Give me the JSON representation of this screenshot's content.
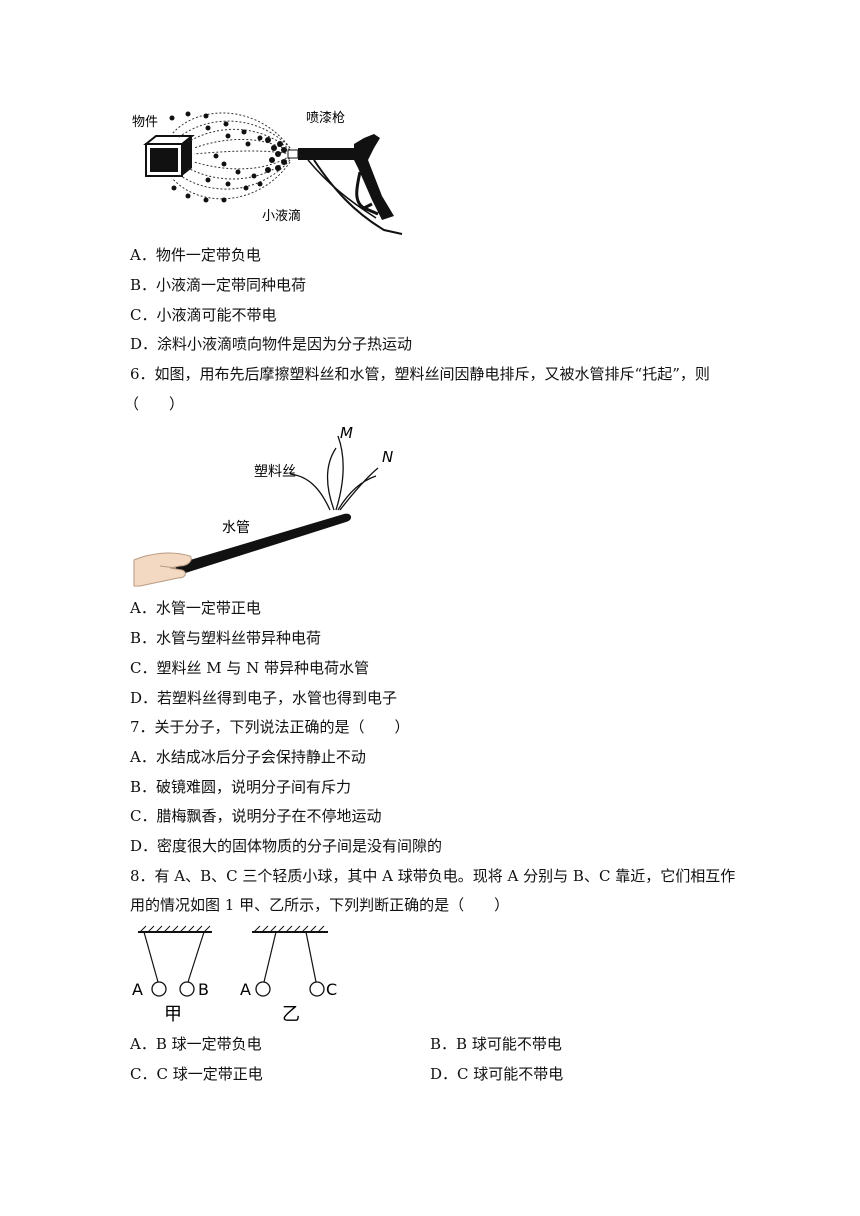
{
  "q5": {
    "figure_labels": {
      "object": "物件",
      "gun": "喷漆枪",
      "droplets": "小液滴"
    },
    "options": [
      "A．物件一定带负电",
      "B．小液滴一定带同种电荷",
      "C．小液滴可能不带电",
      "D．涂料小液滴喷向物件是因为分子热运动"
    ]
  },
  "q6": {
    "stem_line1": "6．如图，用布先后摩擦塑料丝和水管，塑料丝间因静电排斥，又被水管排斥“托起”，则",
    "stem_line2": "（　　）",
    "figure_labels": {
      "m": "M",
      "n": "N",
      "plastic": "塑料丝",
      "pipe": "水管"
    },
    "options": [
      "A．水管一定带正电",
      "B．水管与塑料丝带异种电荷",
      "C．塑料丝 M 与 N 带异种电荷水管",
      "D．若塑料丝得到电子，水管也得到电子"
    ]
  },
  "q7": {
    "stem": "7．关于分子，下列说法正确的是（　　）",
    "options": [
      "A．水结成冰后分子会保持静止不动",
      "B．破镜难圆，说明分子间有斥力",
      "C．腊梅飘香，说明分子在不停地运动",
      "D．密度很大的固体物质的分子间是没有间隙的"
    ]
  },
  "q8": {
    "stem_line1": "8．有 A、B、C 三个轻质小球，其中 A 球带负电。现将 A 分别与 B、C 靠近，它们相互作",
    "stem_line2": "用的情况如图 1 甲、乙所示，下列判断正确的是（　　）",
    "figure_labels": {
      "a1": "A",
      "b": "B",
      "jia": "甲",
      "a2": "A",
      "c": "C",
      "yi": "乙"
    },
    "options": {
      "a": "A．B 球一定带负电",
      "b": "B．B 球可能不带电",
      "c": "C．C 球一定带正电",
      "d": "D．C 球可能不带电"
    }
  }
}
